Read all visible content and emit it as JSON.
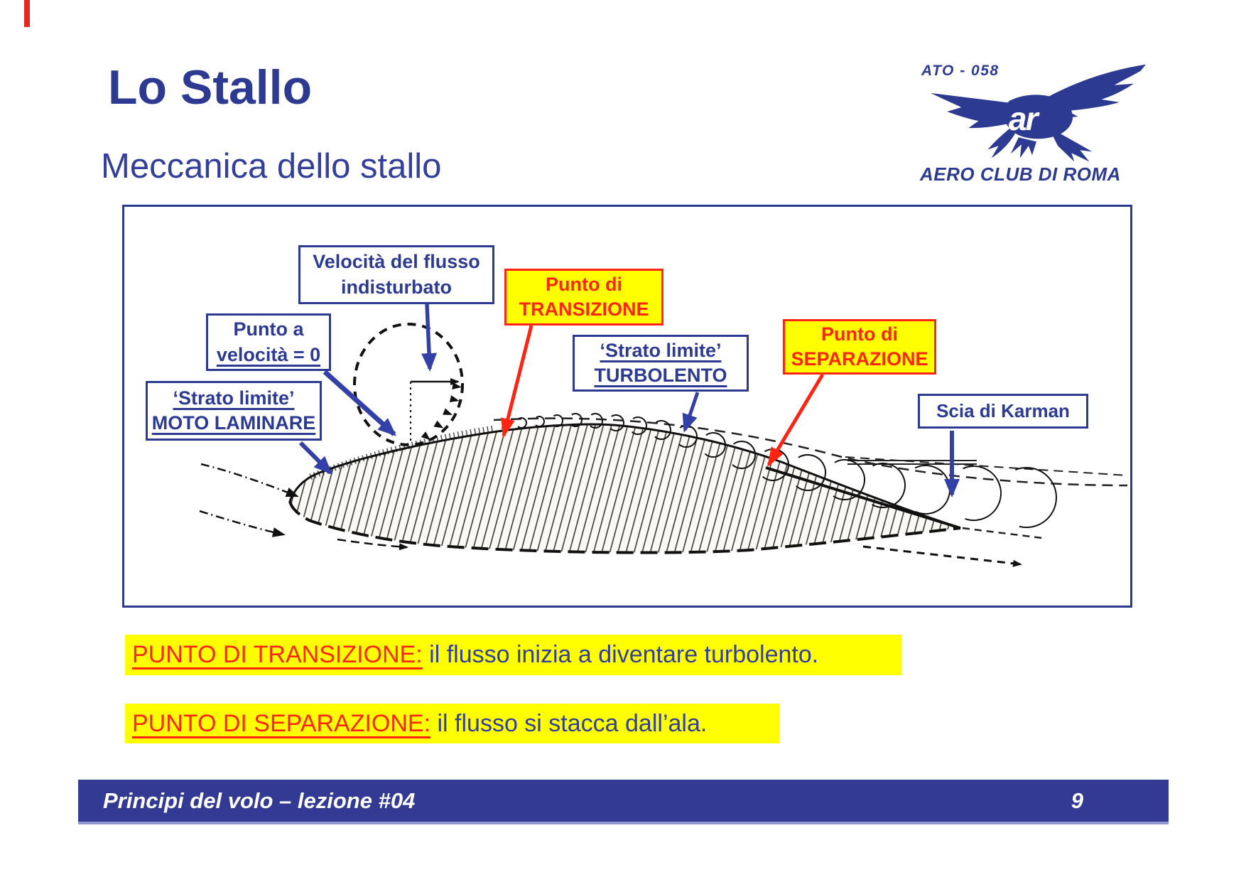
{
  "slide": {
    "title": "Lo Stallo",
    "subtitle": "Meccanica dello stallo"
  },
  "logo": {
    "ato_code": "ATO - 058",
    "club_name": "AERO CLUB DI ROMA",
    "monogram": "ar"
  },
  "diagram": {
    "velocita": {
      "line1": "Velocità del flusso",
      "line2": "indisturbato"
    },
    "punto_velocita_zero": {
      "line1": "Punto a",
      "line2": "velocità = 0"
    },
    "transizione": {
      "line1": "Punto di",
      "line2": "TRANSIZIONE"
    },
    "moto_laminare": {
      "line1": "‘Strato limite’",
      "line2": "MOTO LAMINARE"
    },
    "turbolento": {
      "line1": "‘Strato limite’",
      "line2": "TURBOLENTO"
    },
    "separazione": {
      "line1": "Punto di",
      "line2": "SEPARAZIONE"
    },
    "scia_karman": {
      "label": "Scia di Karman"
    }
  },
  "notes": {
    "transizione": {
      "term": "PUNTO DI TRANSIZIONE:",
      "rest": " il flusso inizia a diventare turbolento."
    },
    "separazione": {
      "term": "PUNTO DI SEPARAZIONE:",
      "rest": " il flusso si stacca dall’ala."
    }
  },
  "footer": {
    "lesson": "Principi del volo – lezione #04",
    "page": "9"
  },
  "colors": {
    "primary_blue": "#2d3a92",
    "arrow_blue": "#3340a8",
    "alert_red": "#ff2512",
    "highlight_yellow": "#ffff00",
    "footer_bar": "#333a94"
  }
}
